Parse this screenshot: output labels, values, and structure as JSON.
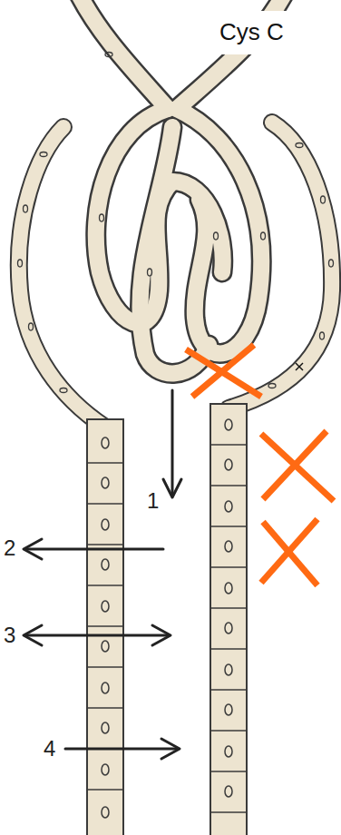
{
  "diagram": {
    "nodes": [
      {
        "text": [
          "Cys C"
        ]
      }
    ],
    "labels": [
      "1",
      "2",
      "3",
      "4"
    ]
  }
}
